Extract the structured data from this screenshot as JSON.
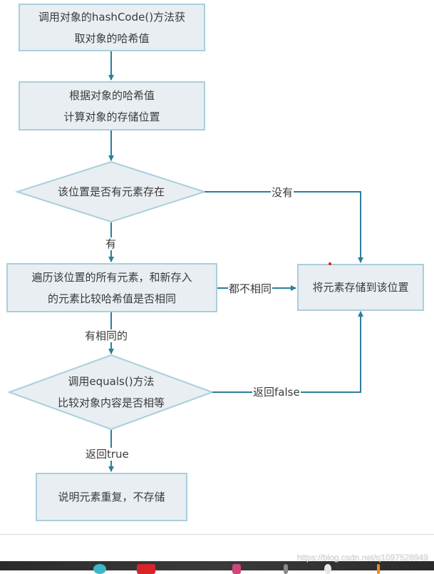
{
  "diagram": {
    "title": "HashSet element storage flow",
    "colors": {
      "node_fill": "#e8eef2",
      "node_border": "#a9cfdc",
      "connector": "#2b7f99",
      "text": "#3a3a3a"
    },
    "nodes": {
      "get_hash": {
        "line1": "调用对象的hashCode()方法获",
        "line2": "取对象的哈希值"
      },
      "calc_position": {
        "line1": "根据对象的哈希值",
        "line2": "计算对象的存储位置"
      },
      "check_exists": {
        "line1": "该位置是否有元素存在"
      },
      "compare_hash": {
        "line1": "遍历该位置的所有元素，和新存入",
        "line2": "的元素比较哈希值是否相同"
      },
      "store": {
        "line1": "将元素存储到该位置"
      },
      "call_equals": {
        "line1": "调用equals()方法",
        "line2": "比较对象内容是否相等"
      },
      "duplicate": {
        "line1": "说明元素重复，不存储"
      }
    },
    "edges": {
      "no_element": "没有",
      "has_element": "有",
      "all_different": "都不相同",
      "has_same": "有相同的",
      "return_false": "返回false",
      "return_true": "返回true"
    }
  },
  "watermark": "https://blog.csdn.net/q1097528949",
  "taskbar": {
    "icons": [
      {
        "name": "teal-app-icon",
        "color": "#3bb7c9"
      },
      {
        "name": "red-app-icon",
        "color": "#d8232a"
      },
      {
        "name": "pink-app-icon",
        "color": "#d0457a"
      },
      {
        "name": "gray-app-icon",
        "color": "#8a8a8a"
      },
      {
        "name": "white-app-icon",
        "color": "#e8e8e8"
      },
      {
        "name": "orange-app-icon",
        "color": "#f08a1c"
      }
    ]
  }
}
